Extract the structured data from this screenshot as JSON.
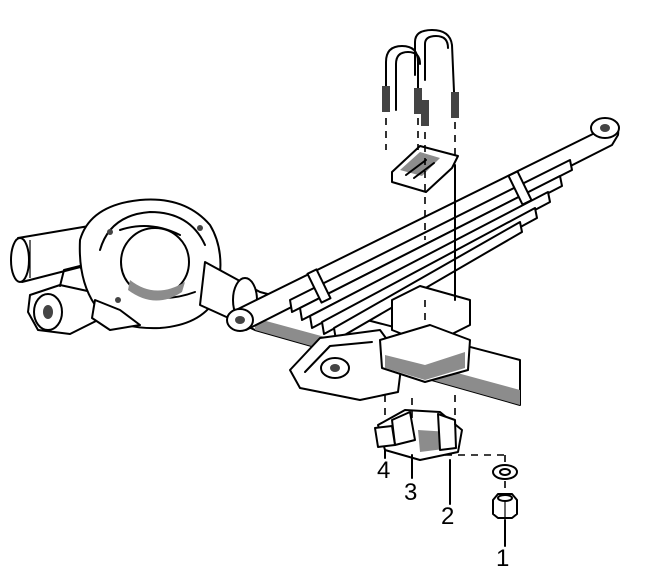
{
  "callouts": {
    "c1": "1",
    "c2": "2",
    "c3": "3",
    "c4": "4"
  },
  "colors": {
    "ink": "#000000",
    "shade": "#8c8c8c",
    "background": "#ffffff"
  }
}
